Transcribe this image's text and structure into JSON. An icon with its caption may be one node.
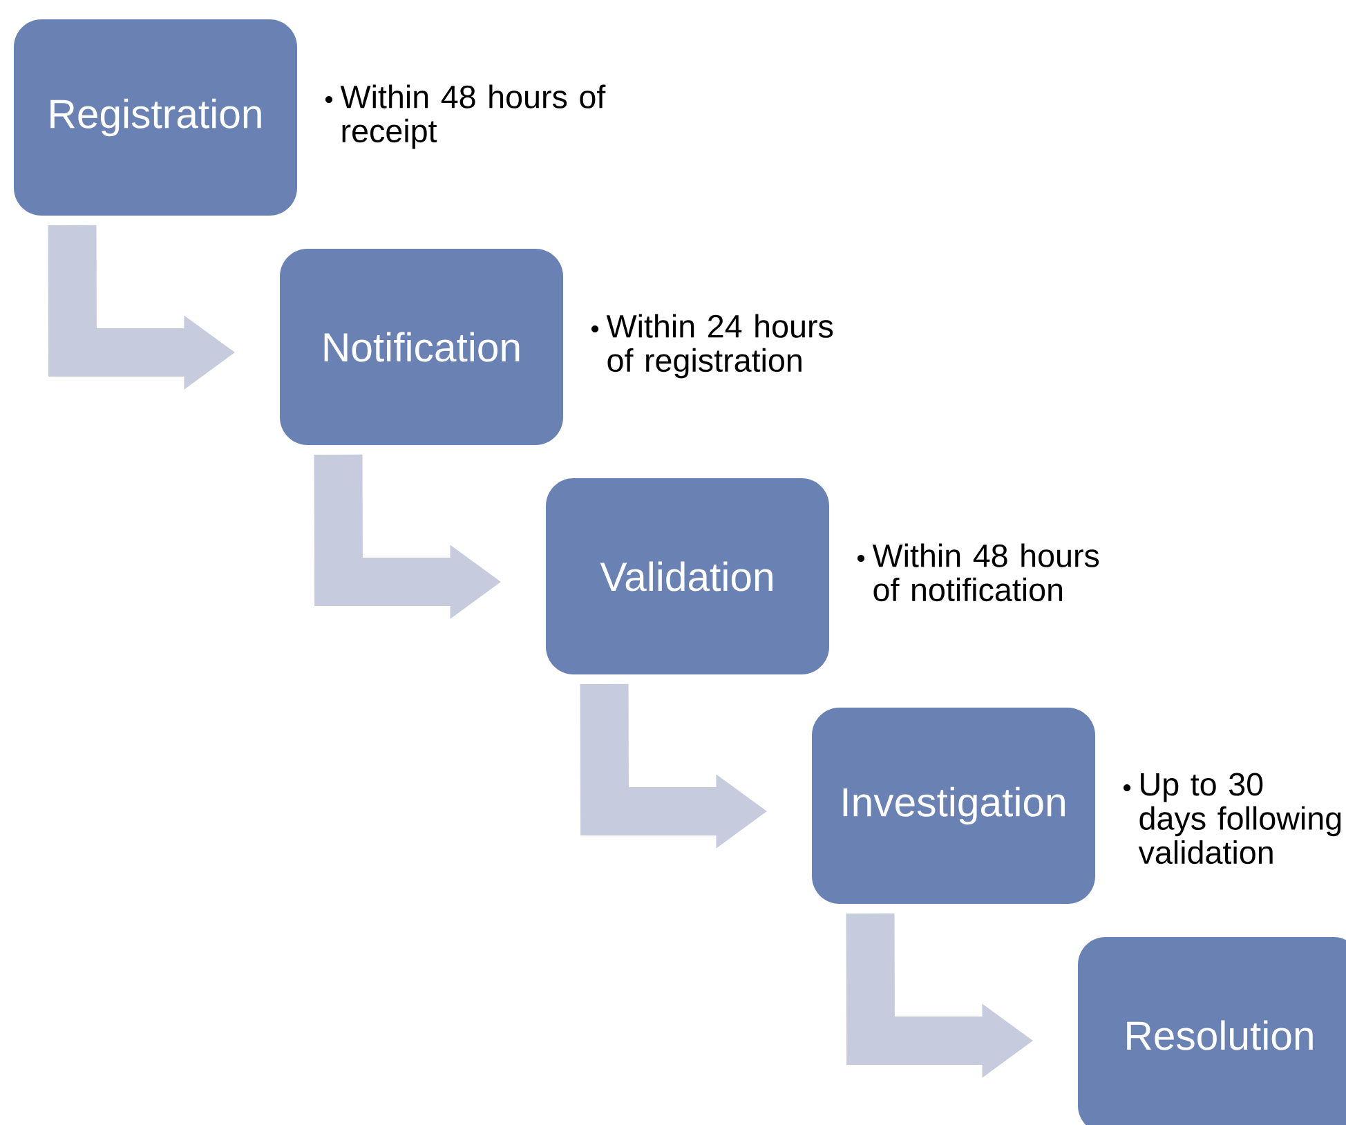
{
  "diagram": {
    "nodes": [
      {
        "text": [
          "Registration"
        ],
        "beside": [
          "Within 48 hours of receipt"
        ]
      },
      {
        "text": [
          "Notification"
        ],
        "beside": [
          "Within 24 hours of registration"
        ]
      },
      {
        "text": [
          "Validation"
        ],
        "beside": [
          "Within 48 hours of notification"
        ]
      },
      {
        "text": [
          "Investigation"
        ],
        "beside": [
          "Up to 30 days following validation"
        ]
      },
      {
        "text": [
          "Resolution"
        ]
      }
    ],
    "edges": [
      {
        "from": 0,
        "to": 1,
        "arrow": "to"
      },
      {
        "from": 1,
        "to": 2,
        "arrow": "to"
      },
      {
        "from": 2,
        "to": 3,
        "arrow": "to"
      },
      {
        "from": 3,
        "to": 4,
        "arrow": "to"
      }
    ]
  }
}
